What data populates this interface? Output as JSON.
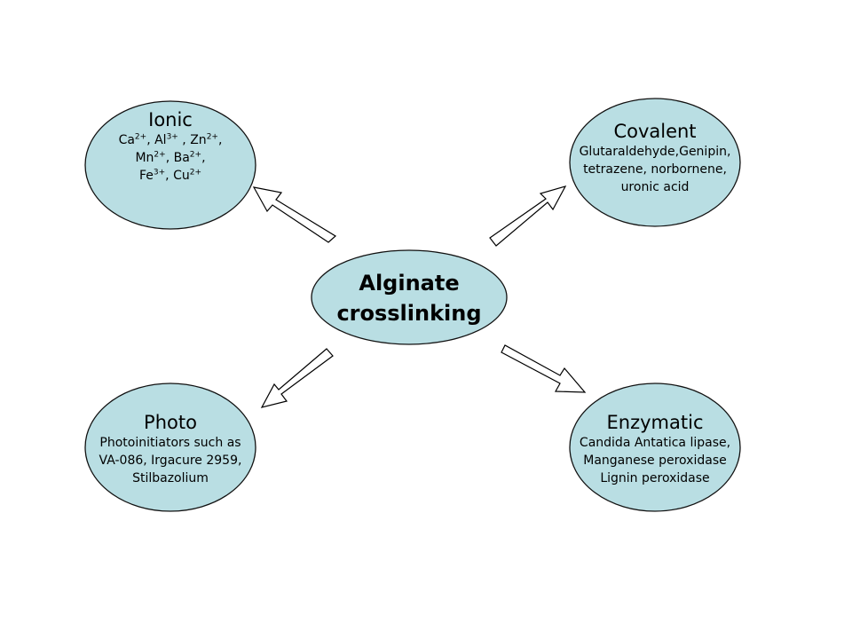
{
  "center": {
    "line1": "Alginate",
    "line2": "crosslinking"
  },
  "ionic": {
    "title": "Ionic",
    "line1": {
      "ca": "Ca",
      "ca_charge": "2+",
      "al": ", Al",
      "al_charge": "3+",
      "zn": " , Zn",
      "zn_charge": "2+",
      "tail": ","
    },
    "line2": {
      "mn": "Mn",
      "mn_charge": "2+",
      "ba": ", Ba",
      "ba_charge": "2+",
      "tail": ","
    },
    "line3": {
      "fe": "Fe",
      "fe_charge": "3+",
      "cu": ", Cu",
      "cu_charge": "2+"
    }
  },
  "covalent": {
    "title": "Covalent",
    "lines": [
      "Glutaraldehyde,Genipin,",
      "tetrazene, norbornene,",
      "uronic acid"
    ]
  },
  "photo": {
    "title": "Photo",
    "lines": [
      "Photoinitiators such as",
      "VA-086, Irgacure 2959,",
      "Stilbazolium"
    ]
  },
  "enzymatic": {
    "title": "Enzymatic",
    "lines": [
      "Candida Antatica lipase,",
      "Manganese peroxidase",
      "Lignin peroxidase"
    ]
  },
  "colors": {
    "ellipse_fill": "#b9dee3",
    "outline": "#111111",
    "arrow_fill": "#ffffff"
  }
}
